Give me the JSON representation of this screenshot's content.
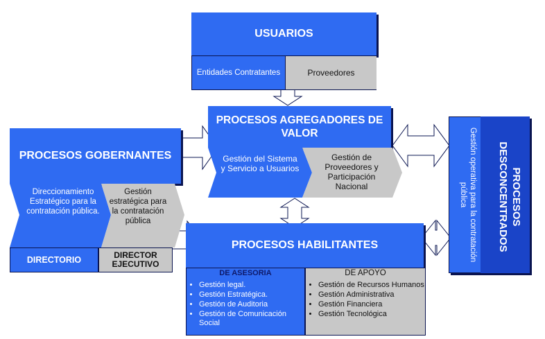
{
  "usuarios": {
    "title": "USUARIOS",
    "left": "Entidades Contratantes",
    "right": "Proveedores"
  },
  "agregadores": {
    "title": "PROCESOS AGREGADORES DE VALOR",
    "left": "Gestión del Sistema y Servicio a Usuarios",
    "right": "Gestión de Proveedores y Participación Nacional"
  },
  "gobernantes": {
    "title": "PROCESOS GOBERNANTES",
    "left": "Direccionamiento Estratégico para la contratación pública.",
    "right": "Gestión estratégica para la contratación pública",
    "footer_left": "DIRECTORIO",
    "footer_right": "DIRECTOR EJECUTIVO"
  },
  "habilitantes": {
    "title": "PROCESOS HABILITANTES",
    "asesoria_title": "DE ASESORIA",
    "asesoria_items": [
      "Gestión legal.",
      "Gestión Estratégica.",
      "Gestión de Auditoria",
      "Gestión de Comunicación Social"
    ],
    "apoyo_title": "DE APOYO",
    "apoyo_items": [
      "Gestión de Recursos Humanos",
      "Gestión Administrativa",
      "Gestión Financiera",
      "Gestión Tecnológica"
    ]
  },
  "desconcentrados": {
    "title": "PROCESOS DESCONCENTRADOS",
    "subtitle": "Gestión operativa para la contratación pública"
  },
  "colors": {
    "blue": "#2f6bf2",
    "gray": "#c8c8c8",
    "navy": "#0a1450"
  }
}
